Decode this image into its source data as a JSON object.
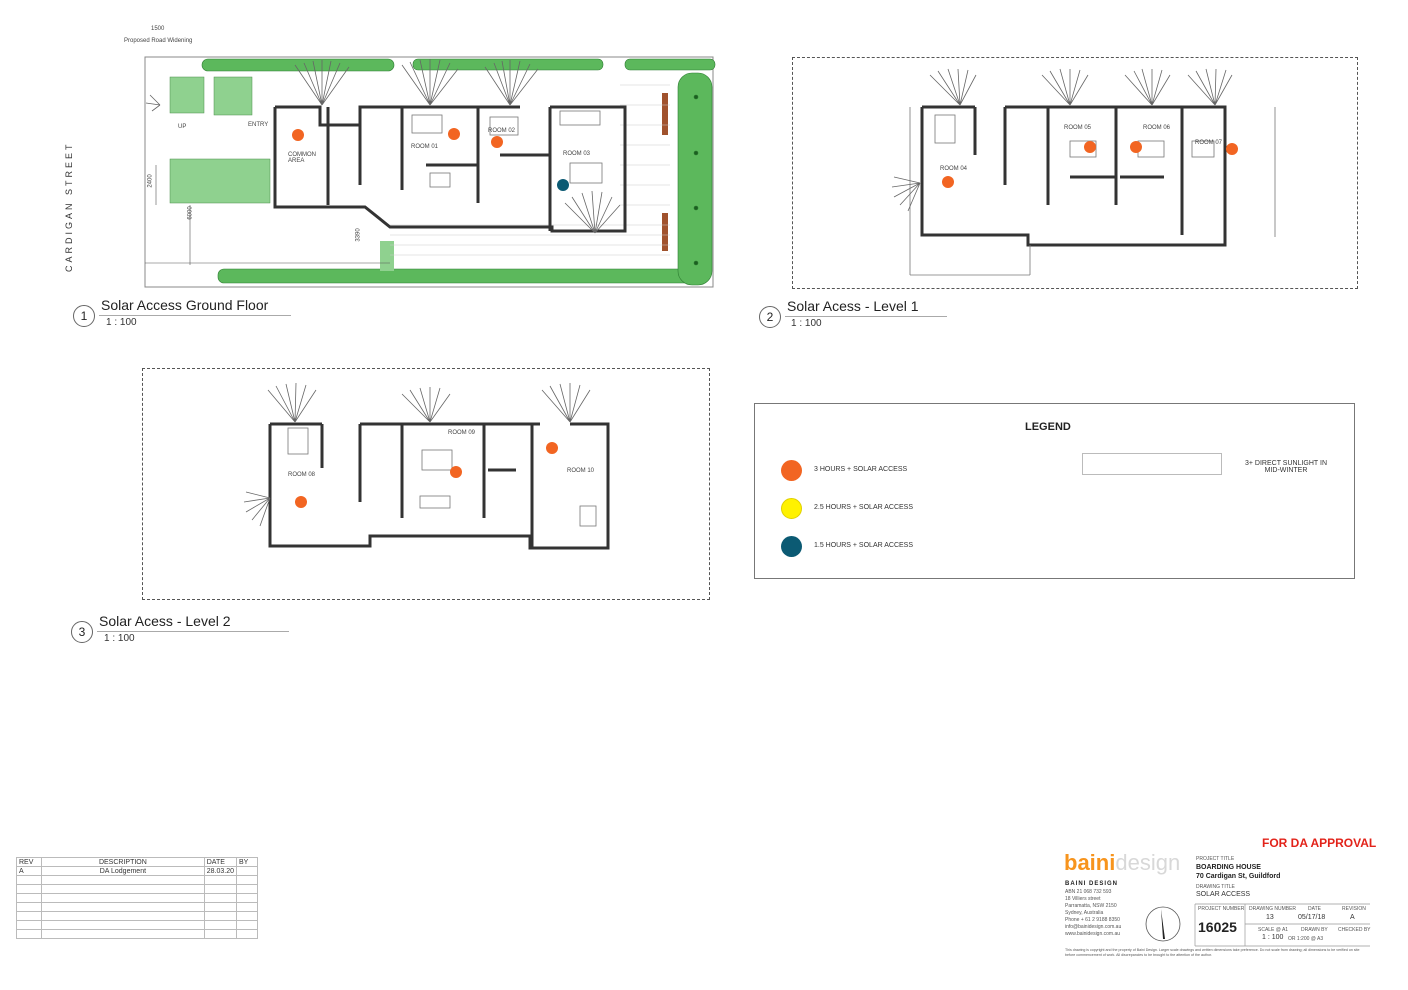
{
  "road_note": {
    "dimension": "1500",
    "label": "Proposed Road Widening"
  },
  "street_label": "CARDIGAN   STREET",
  "views": [
    {
      "number": "1",
      "title": "Solar Access Ground Floor",
      "scale": "1 : 100"
    },
    {
      "number": "2",
      "title": "Solar Acess - Level 1",
      "scale": "1 : 100"
    },
    {
      "number": "3",
      "title": "Solar Acess - Level 2",
      "scale": "1 : 100"
    }
  ],
  "ground_labels": {
    "entry": "ENTRY",
    "common": "COMMON AREA",
    "up": "UP",
    "room01": "ROOM 01",
    "room02": "ROOM 02",
    "room03": "ROOM 03",
    "dim_2400": "2400",
    "dim_6000": "6000",
    "dim_3390": "3390"
  },
  "level1_labels": {
    "room04": "ROOM 04",
    "room05": "ROOM 05",
    "room06": "ROOM 06",
    "room07": "ROOM 07"
  },
  "level2_labels": {
    "room08": "ROOM 08",
    "room09": "ROOM 09",
    "room10": "ROOM 10"
  },
  "legend": {
    "title": "LEGEND",
    "items": [
      {
        "label": "3 HOURS + SOLAR ACCESS",
        "color": "#f26522"
      },
      {
        "label": "2.5 HOURS + SOLAR ACCESS",
        "color": "#fff200"
      },
      {
        "label": "1.5 HOURS + SOLAR ACCESS",
        "color": "#0b5a73"
      }
    ],
    "sunlight_note": "3+ DIRECT SUNLIGHT IN MID-WINTER"
  },
  "revision_table": {
    "headers": [
      "REV",
      "DESCRIPTION",
      "DATE",
      "BY"
    ],
    "rows": [
      [
        "A",
        "DA Lodgement",
        "28.03.20",
        ""
      ]
    ]
  },
  "title_block": {
    "approval": "FOR DA APPROVAL",
    "brand_a": "baini",
    "brand_b": "design",
    "company": "BAINI DESIGN",
    "abn": "ABN 21 068 732 593",
    "address1": "18 Villiers street",
    "address2": "Parramatta, NSW 2150",
    "address3": "Sydney, Australia",
    "phone": "Phone + 61 2 9188 8350",
    "email": "info@bainidesign.com.au",
    "web": "www.bainidesign.com.au",
    "project_title_label": "PROJECT TITLE",
    "project_title": "BOARDING HOUSE",
    "project_address": "70 Cardigan St, Guildford",
    "drawing_title_label": "DRAWING TITLE",
    "drawing_title": "SOLAR ACCESS",
    "project_number_label": "PROJECT NUMBER",
    "project_number": "16025",
    "drawing_number_label": "DRAWING NUMBER",
    "drawing_number": "13",
    "date_label": "DATE",
    "date": "05/17/18",
    "revision_label": "REVISION",
    "revision": "A",
    "scale_label": "SCALE @ A1",
    "scale": "1 : 100",
    "scale_a3": "OR 1:200 @ A3",
    "drawn_label": "DRAWN BY",
    "checked_label": "CHECKED BY",
    "copyright": "This drawing is copyright and the property of Baini Design. Larger scale drawings and written dimensions take preference. Do not scale from drawing; all dimensions to be verified on site before commencement of work. All discrepancies to be brought to the attention of the author."
  },
  "colors": {
    "orange": "#f26522",
    "teal": "#0b5a73",
    "yellow": "#fff200",
    "green": "#3aa13a",
    "approval_red": "#e2231a",
    "brand_orange": "#f7941d"
  }
}
